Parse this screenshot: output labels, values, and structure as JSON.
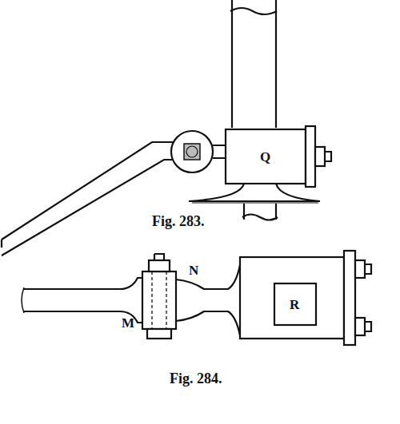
{
  "diagram": {
    "labels": [
      "Q",
      "Fig. 283.",
      "M",
      "N",
      "R",
      "Fig. 284."
    ]
  }
}
